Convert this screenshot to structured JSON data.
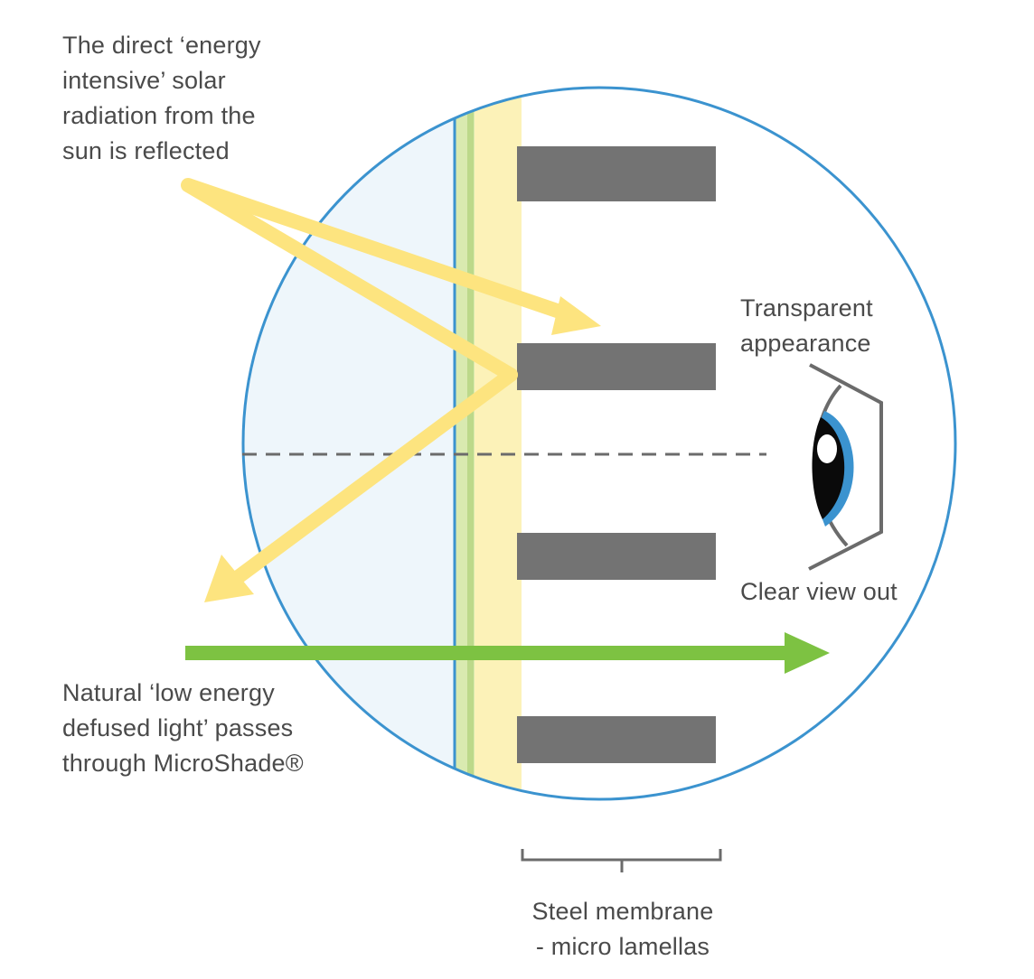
{
  "labels": {
    "solar_reflected": [
      "The direct ‘energy",
      "intensive’ solar",
      "radiation from the",
      "sun is reflected"
    ],
    "transparent": [
      "Transparent",
      "appearance"
    ],
    "clear_view": "Clear view out",
    "natural_light": [
      "Natural ‘low energy",
      "defused light’ passes",
      "through MicroShade®"
    ],
    "steel_membrane": [
      "Steel membrane",
      "- micro lamellas"
    ]
  },
  "colors": {
    "circle_outline": "#3b93cf",
    "glass_fill": "#eef6fb",
    "yellow_band": "#fcf2b8",
    "green_band": "#cfe39a",
    "lamella": "#737373",
    "reflected_ray": "#fde47f",
    "light_ray": "#7dc242",
    "eye_iris": "#3b93cf",
    "eye_outline": "#6b6b6b",
    "text": "#4a4a4a"
  },
  "icons": {
    "eye": "eye-icon"
  }
}
